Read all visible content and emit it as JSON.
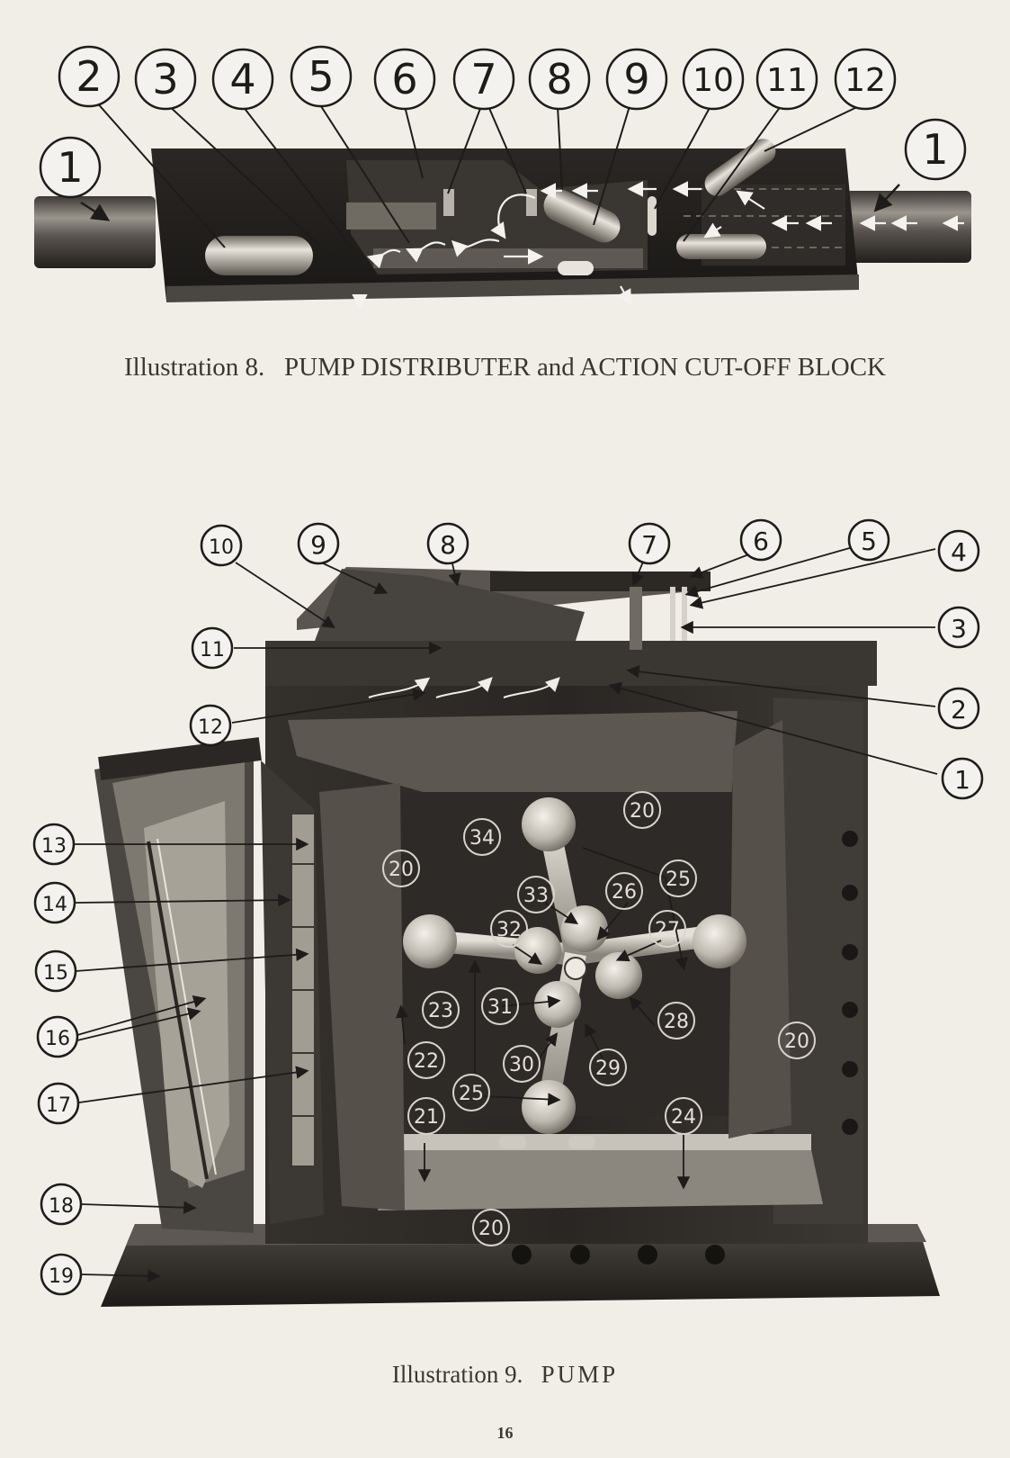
{
  "illustration8": {
    "caption_prefix": "Illustration 8.",
    "caption_title_upper": "PUMP DISTRIBUTER",
    "caption_and": "and",
    "caption_title_rest": "ACTION CUT-OFF BLOCK",
    "callouts": [
      {
        "id": "i8-1-left",
        "label": "1"
      },
      {
        "id": "i8-2",
        "label": "2"
      },
      {
        "id": "i8-3",
        "label": "3"
      },
      {
        "id": "i8-4",
        "label": "4"
      },
      {
        "id": "i8-5",
        "label": "5"
      },
      {
        "id": "i8-6",
        "label": "6"
      },
      {
        "id": "i8-7",
        "label": "7"
      },
      {
        "id": "i8-8",
        "label": "8"
      },
      {
        "id": "i8-9",
        "label": "9"
      },
      {
        "id": "i8-10",
        "label": "10"
      },
      {
        "id": "i8-11",
        "label": "11"
      },
      {
        "id": "i8-12",
        "label": "12"
      },
      {
        "id": "i8-1-right",
        "label": "1"
      }
    ]
  },
  "illustration9": {
    "caption_prefix": "Illustration 9.",
    "caption_title": "PUMP",
    "callouts": [
      {
        "id": "i9-1",
        "label": "1"
      },
      {
        "id": "i9-2",
        "label": "2"
      },
      {
        "id": "i9-3",
        "label": "3"
      },
      {
        "id": "i9-4",
        "label": "4"
      },
      {
        "id": "i9-5",
        "label": "5"
      },
      {
        "id": "i9-6",
        "label": "6"
      },
      {
        "id": "i9-7",
        "label": "7"
      },
      {
        "id": "i9-8",
        "label": "8"
      },
      {
        "id": "i9-9",
        "label": "9"
      },
      {
        "id": "i9-10",
        "label": "10"
      },
      {
        "id": "i9-11",
        "label": "11"
      },
      {
        "id": "i9-12",
        "label": "12"
      },
      {
        "id": "i9-13",
        "label": "13"
      },
      {
        "id": "i9-14",
        "label": "14"
      },
      {
        "id": "i9-15",
        "label": "15"
      },
      {
        "id": "i9-16",
        "label": "16"
      },
      {
        "id": "i9-17",
        "label": "17"
      },
      {
        "id": "i9-18",
        "label": "18"
      },
      {
        "id": "i9-19",
        "label": "19"
      },
      {
        "id": "i9-20a",
        "label": "20"
      },
      {
        "id": "i9-20b",
        "label": "20"
      },
      {
        "id": "i9-20c",
        "label": "20"
      },
      {
        "id": "i9-20d",
        "label": "20"
      },
      {
        "id": "i9-21",
        "label": "21"
      },
      {
        "id": "i9-22",
        "label": "22"
      },
      {
        "id": "i9-23",
        "label": "23"
      },
      {
        "id": "i9-24",
        "label": "24"
      },
      {
        "id": "i9-25a",
        "label": "25"
      },
      {
        "id": "i9-25b",
        "label": "25"
      },
      {
        "id": "i9-26",
        "label": "26"
      },
      {
        "id": "i9-27",
        "label": "27"
      },
      {
        "id": "i9-28",
        "label": "28"
      },
      {
        "id": "i9-29",
        "label": "29"
      },
      {
        "id": "i9-30",
        "label": "30"
      },
      {
        "id": "i9-31",
        "label": "31"
      },
      {
        "id": "i9-32",
        "label": "32"
      },
      {
        "id": "i9-33",
        "label": "33"
      },
      {
        "id": "i9-34",
        "label": "34"
      }
    ]
  },
  "page_number": "16"
}
